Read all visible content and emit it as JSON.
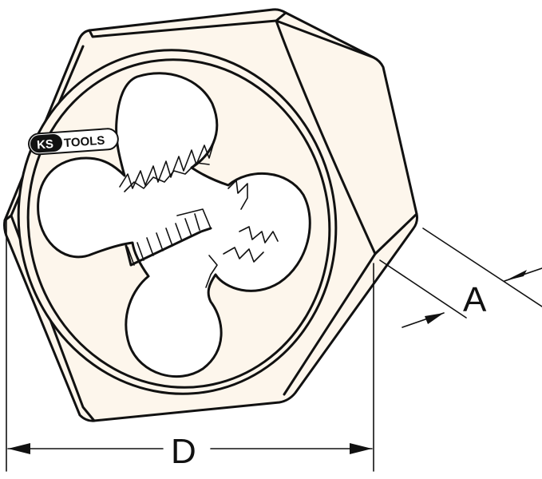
{
  "brand": {
    "logo_ks": "KS",
    "logo_tools": "TOOLS",
    "accent": "#e30613"
  },
  "dimensions": {
    "width_label": "A",
    "diameter_label": "D"
  },
  "colors": {
    "outline": "#111111",
    "body": "#fdf6ec",
    "background": "#ffffff"
  }
}
